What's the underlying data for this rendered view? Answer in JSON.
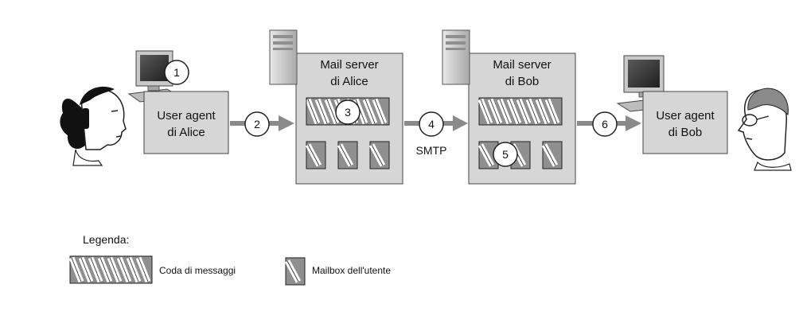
{
  "user_agent_alice": {
    "line1": "User agent",
    "line2": "di Alice"
  },
  "mail_server_alice": {
    "line1": "Mail server",
    "line2": "di Alice"
  },
  "mail_server_bob": {
    "line1": "Mail server",
    "line2": "di Bob"
  },
  "user_agent_bob": {
    "line1": "User agent",
    "line2": "di Bob"
  },
  "steps": [
    "1",
    "2",
    "3",
    "4",
    "5",
    "6"
  ],
  "protocol_label": "SMTP",
  "legend": {
    "title": "Legenda:",
    "queue_label": "Coda di messaggi",
    "mailbox_label": "Mailbox dell'utente"
  },
  "colors": {
    "box_fill": "#d6d6d6",
    "arrow": "#8a8a8a",
    "line": "#333333"
  }
}
